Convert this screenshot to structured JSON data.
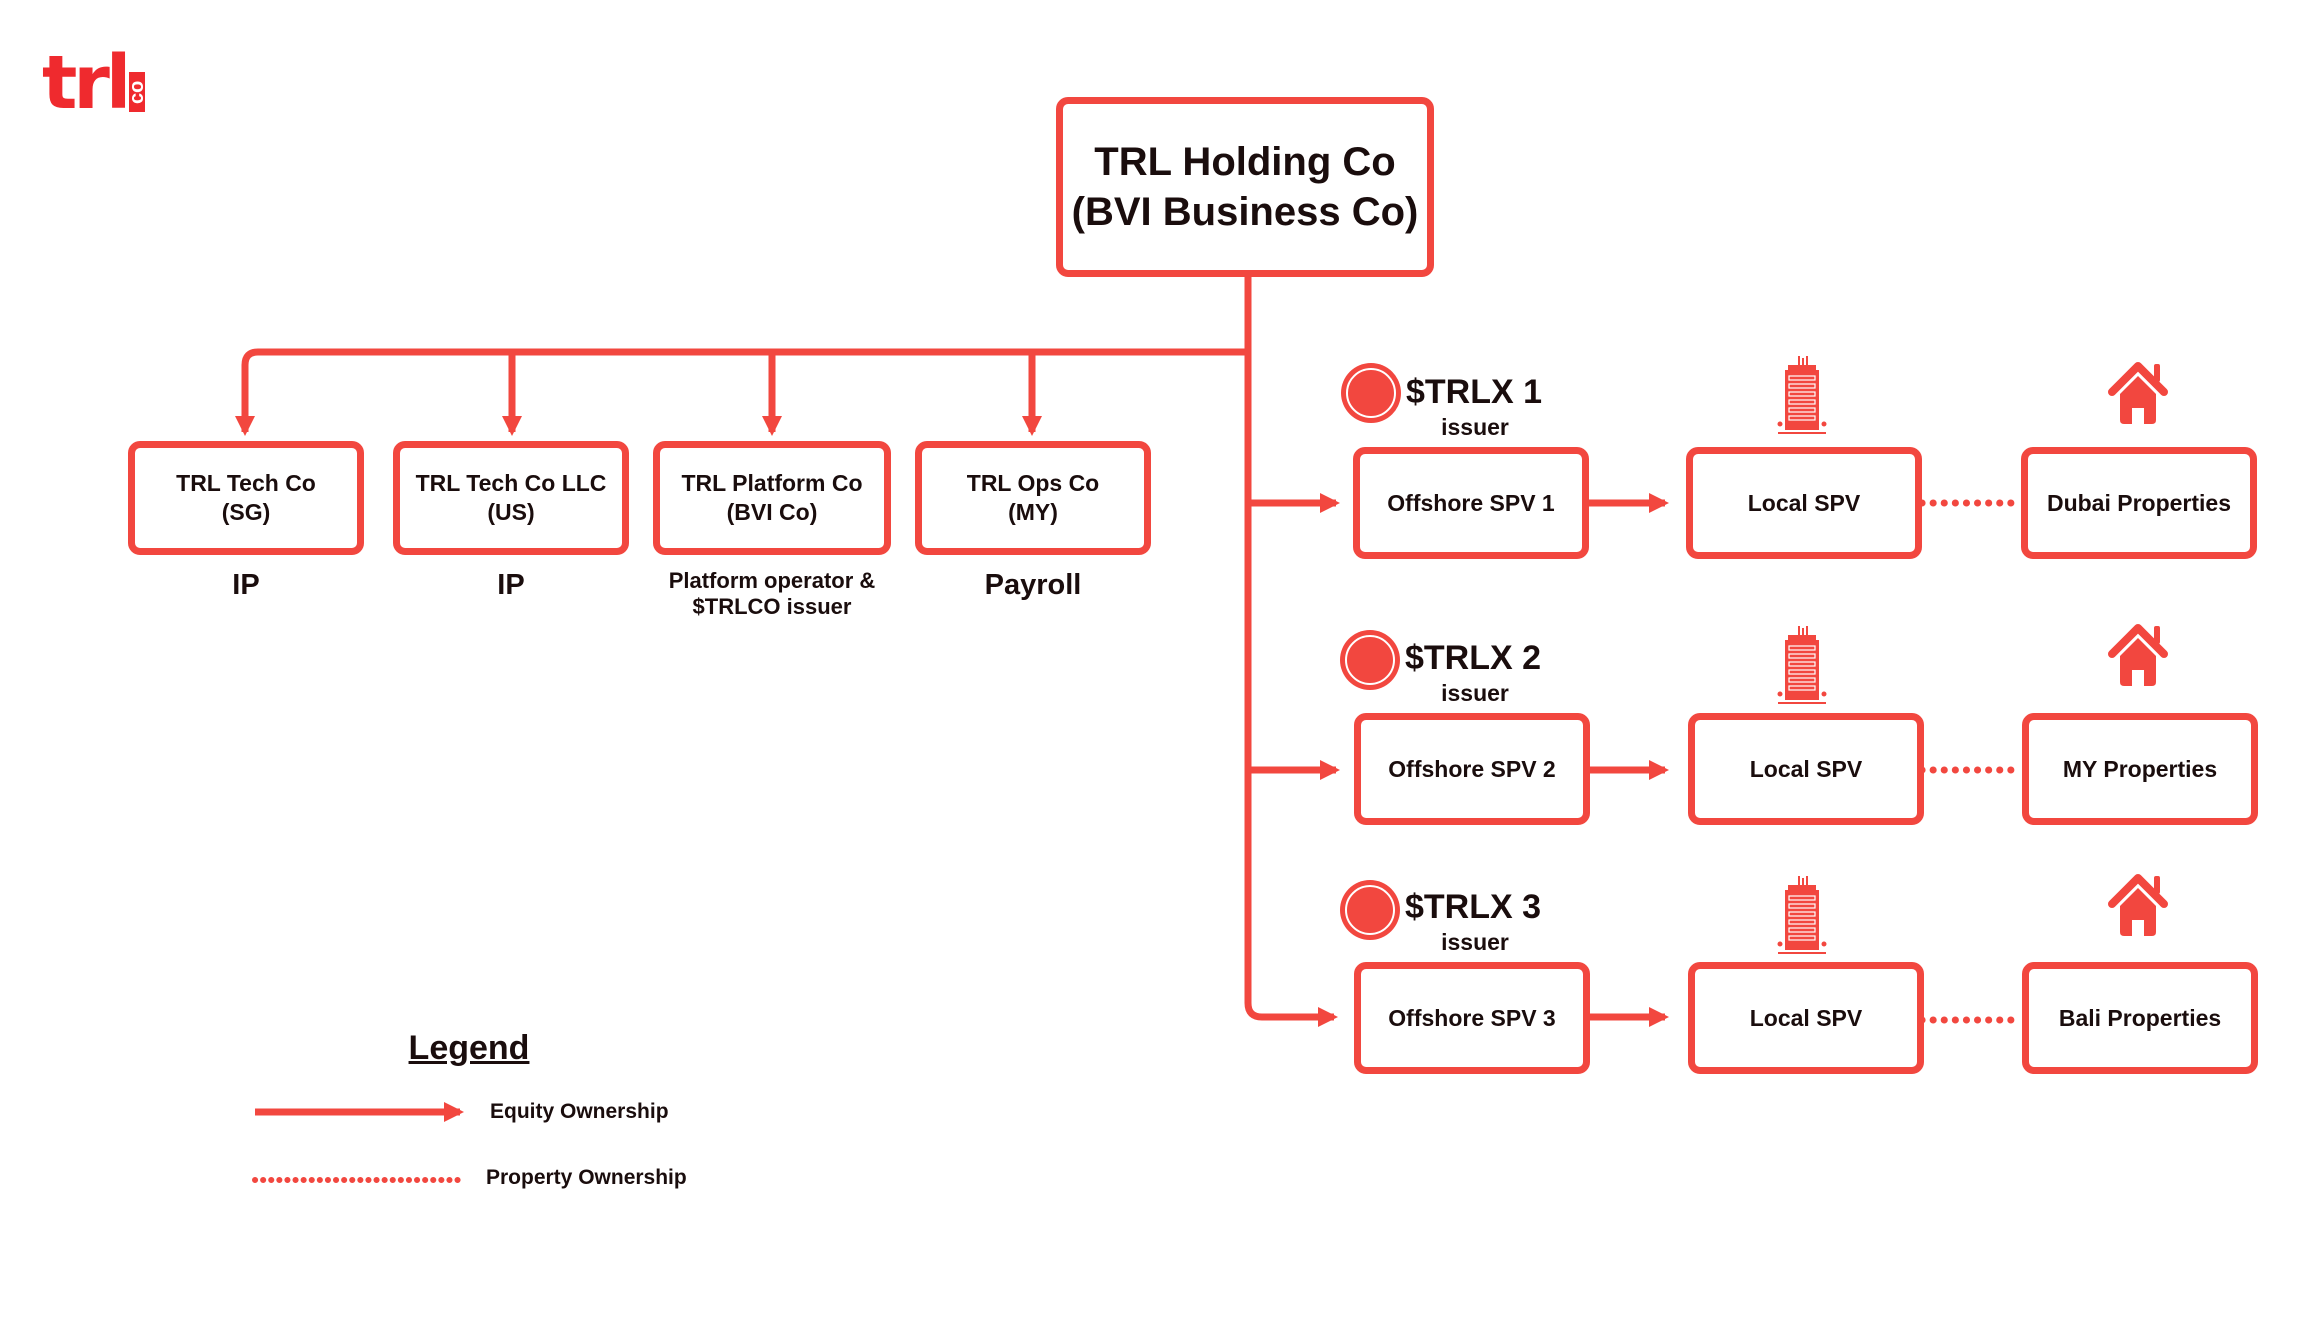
{
  "brand": {
    "logo_main": "trl",
    "logo_sub": "co",
    "accent_color": "#f2473f",
    "text_color": "#1a0d0d"
  },
  "holding": {
    "line1": "TRL Holding Co",
    "line2": "(BVI Business Co)"
  },
  "subsidiaries": [
    {
      "line1": "TRL Tech Co",
      "line2": "(SG)",
      "role": "IP"
    },
    {
      "line1": "TRL Tech Co LLC",
      "line2": "(US)",
      "role": "IP"
    },
    {
      "line1": "TRL Platform Co",
      "line2": "(BVI  Co)",
      "role_line1": "Platform operator &",
      "role_line2": "$TRLCO issuer"
    },
    {
      "line1": "TRL Ops Co",
      "line2": "(MY)",
      "role": "Payroll"
    }
  ],
  "spv_rows": [
    {
      "token": "$TRLX 1",
      "token_role": "issuer",
      "offshore": "Offshore SPV 1",
      "local": "Local SPV",
      "property": "Dubai Properties"
    },
    {
      "token": "$TRLX 2",
      "token_role": "issuer",
      "offshore": "Offshore SPV 2",
      "local": "Local SPV",
      "property": "MY Properties"
    },
    {
      "token": "$TRLX 3",
      "token_role": "issuer",
      "offshore": "Offshore SPV 3",
      "local": "Local SPV",
      "property": "Bali Properties"
    }
  ],
  "legend": {
    "title": "Legend",
    "items": [
      {
        "style": "solid-arrow",
        "label": "Equity Ownership"
      },
      {
        "style": "dotted",
        "label": "Property Ownership"
      }
    ]
  }
}
